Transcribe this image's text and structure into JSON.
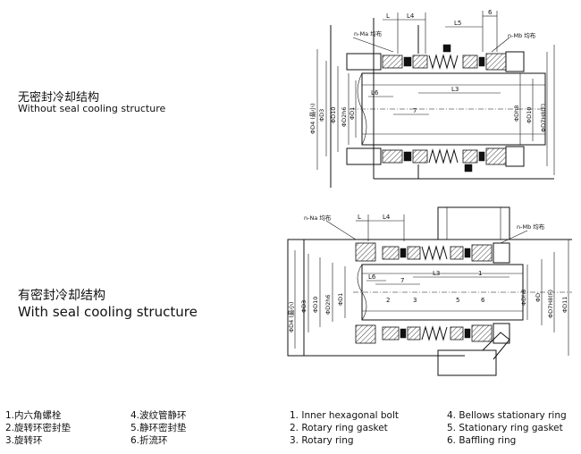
{
  "captions": {
    "top_cn": "无密封冷却结构",
    "top_en": "Without seal cooling structure",
    "bottom_cn": "有密封冷却结构",
    "bottom_en": "With seal cooling structure"
  },
  "drawing_top": {
    "bolt_left": "n-Ma 均布",
    "bolt_right": "n-Mb 均布",
    "L": "L",
    "L4": "L4",
    "L5": "L5",
    "L6": "L6",
    "L3": "L3",
    "d6": "6",
    "d7": "7",
    "D4": "ΦD4 (最小)",
    "D3": "ΦD3",
    "D10": "ΦD10",
    "D2": "ΦD2h6",
    "D1": "ΦD1",
    "Dh8": "ΦDh8",
    "D": "ΦD10",
    "D7": "ΦD7H8(F)"
  },
  "drawing_bottom": {
    "bolt_left": "n-Na 均布",
    "bolt_right": "n-Mb 均布",
    "L": "L",
    "L4": "L4",
    "L6": "L6",
    "L3": "L3",
    "d7": "7",
    "d1": "1",
    "d2": "2",
    "d3": "3",
    "d5": "5",
    "d6": "6",
    "D4": "ΦD4 (最小)",
    "D3": "ΦD3",
    "D10": "ΦD10",
    "D2": "ΦD2h6",
    "D1": "ΦD1",
    "Dh8": "ΦDh8",
    "D": "ΦD",
    "D7": "ΦD7H8(F)",
    "D11": "ΦD11"
  },
  "legend_cn": [
    "1.内六角螺栓",
    "2.旋转环密封垫",
    "3.旋转环",
    "4.波纹管静环",
    "5.静环密封垫",
    "6.折流环"
  ],
  "legend_en": [
    "1. Inner hexagonal bolt",
    "2. Rotary ring gasket",
    "3. Rotary ring",
    "4. Bellows stationary ring",
    "5. Stationary ring gasket",
    "6. Baffling ring"
  ]
}
